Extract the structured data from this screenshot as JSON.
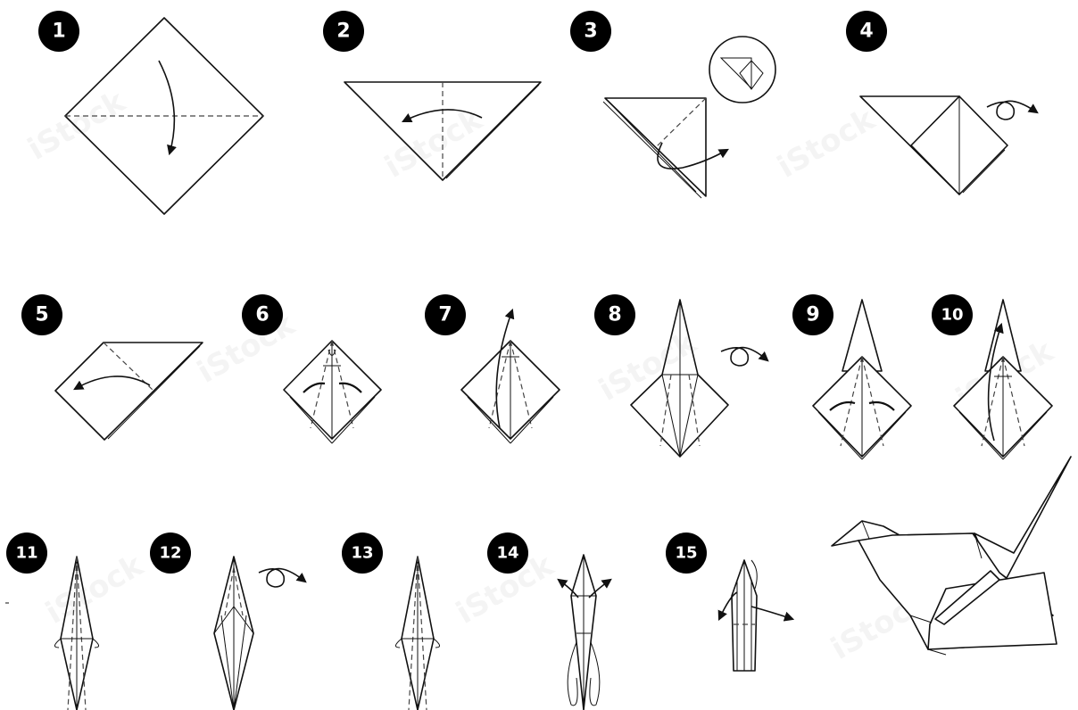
{
  "steps": [
    {
      "number": "1"
    },
    {
      "number": "2"
    },
    {
      "number": "3"
    },
    {
      "number": "4"
    },
    {
      "number": "5"
    },
    {
      "number": "6"
    },
    {
      "number": "7"
    },
    {
      "number": "8"
    },
    {
      "number": "9"
    },
    {
      "number": "10"
    },
    {
      "number": "11"
    },
    {
      "number": "12"
    },
    {
      "number": "13"
    },
    {
      "number": "14"
    },
    {
      "number": "15"
    }
  ],
  "watermark": "iStock",
  "colors": {
    "ink": "#111111",
    "badge": "#000000",
    "paper": "#ffffff"
  }
}
